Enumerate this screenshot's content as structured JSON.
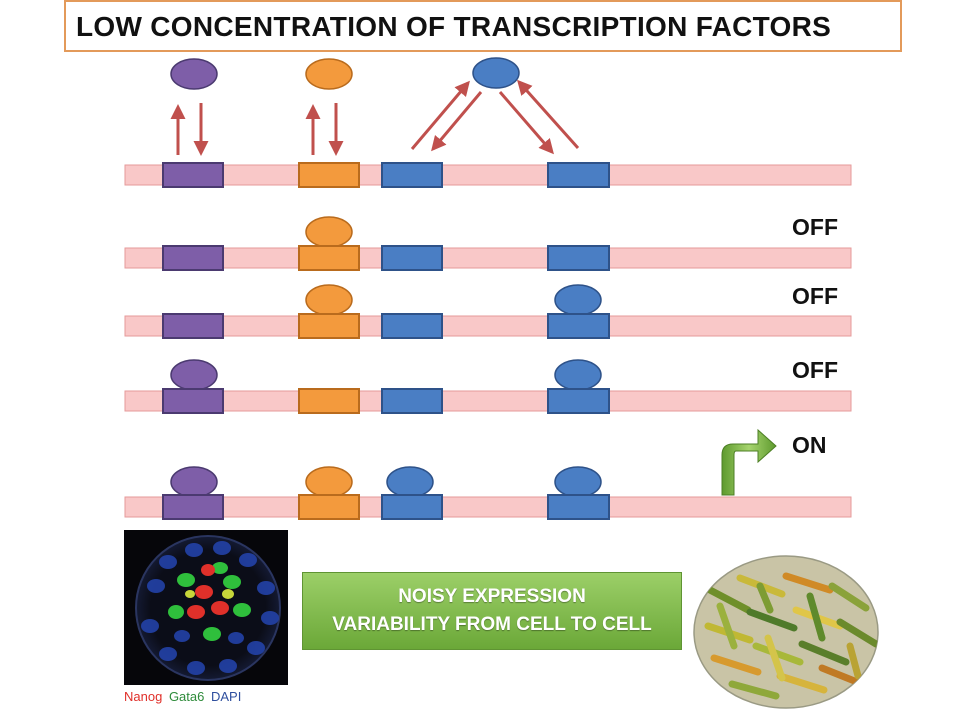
{
  "title": "LOW CONCENTRATION OF TRANSCRIPTION FACTORS",
  "colors": {
    "purple": "#7e5ea8",
    "orange": "#f39a3d",
    "blue": "#4a7ec4",
    "dna_strand": "#f9c8c8",
    "arrow": "#c0504d",
    "callout_green": "#7ab648",
    "title_border": "#e39a5a"
  },
  "states": [
    "OFF",
    "OFF",
    "OFF",
    "ON"
  ],
  "callout": {
    "line1": "NOISY EXPRESSION",
    "line2": "VARIABILITY FROM CELL TO CELL"
  },
  "micrograph_caption": {
    "nanog": "Nanog",
    "gata6": "Gata6",
    "dapi": "DAPI",
    "nanog_color": "#e0302a",
    "gata6_color": "#2e8b3a",
    "dapi_color": "#2f4f9e"
  }
}
